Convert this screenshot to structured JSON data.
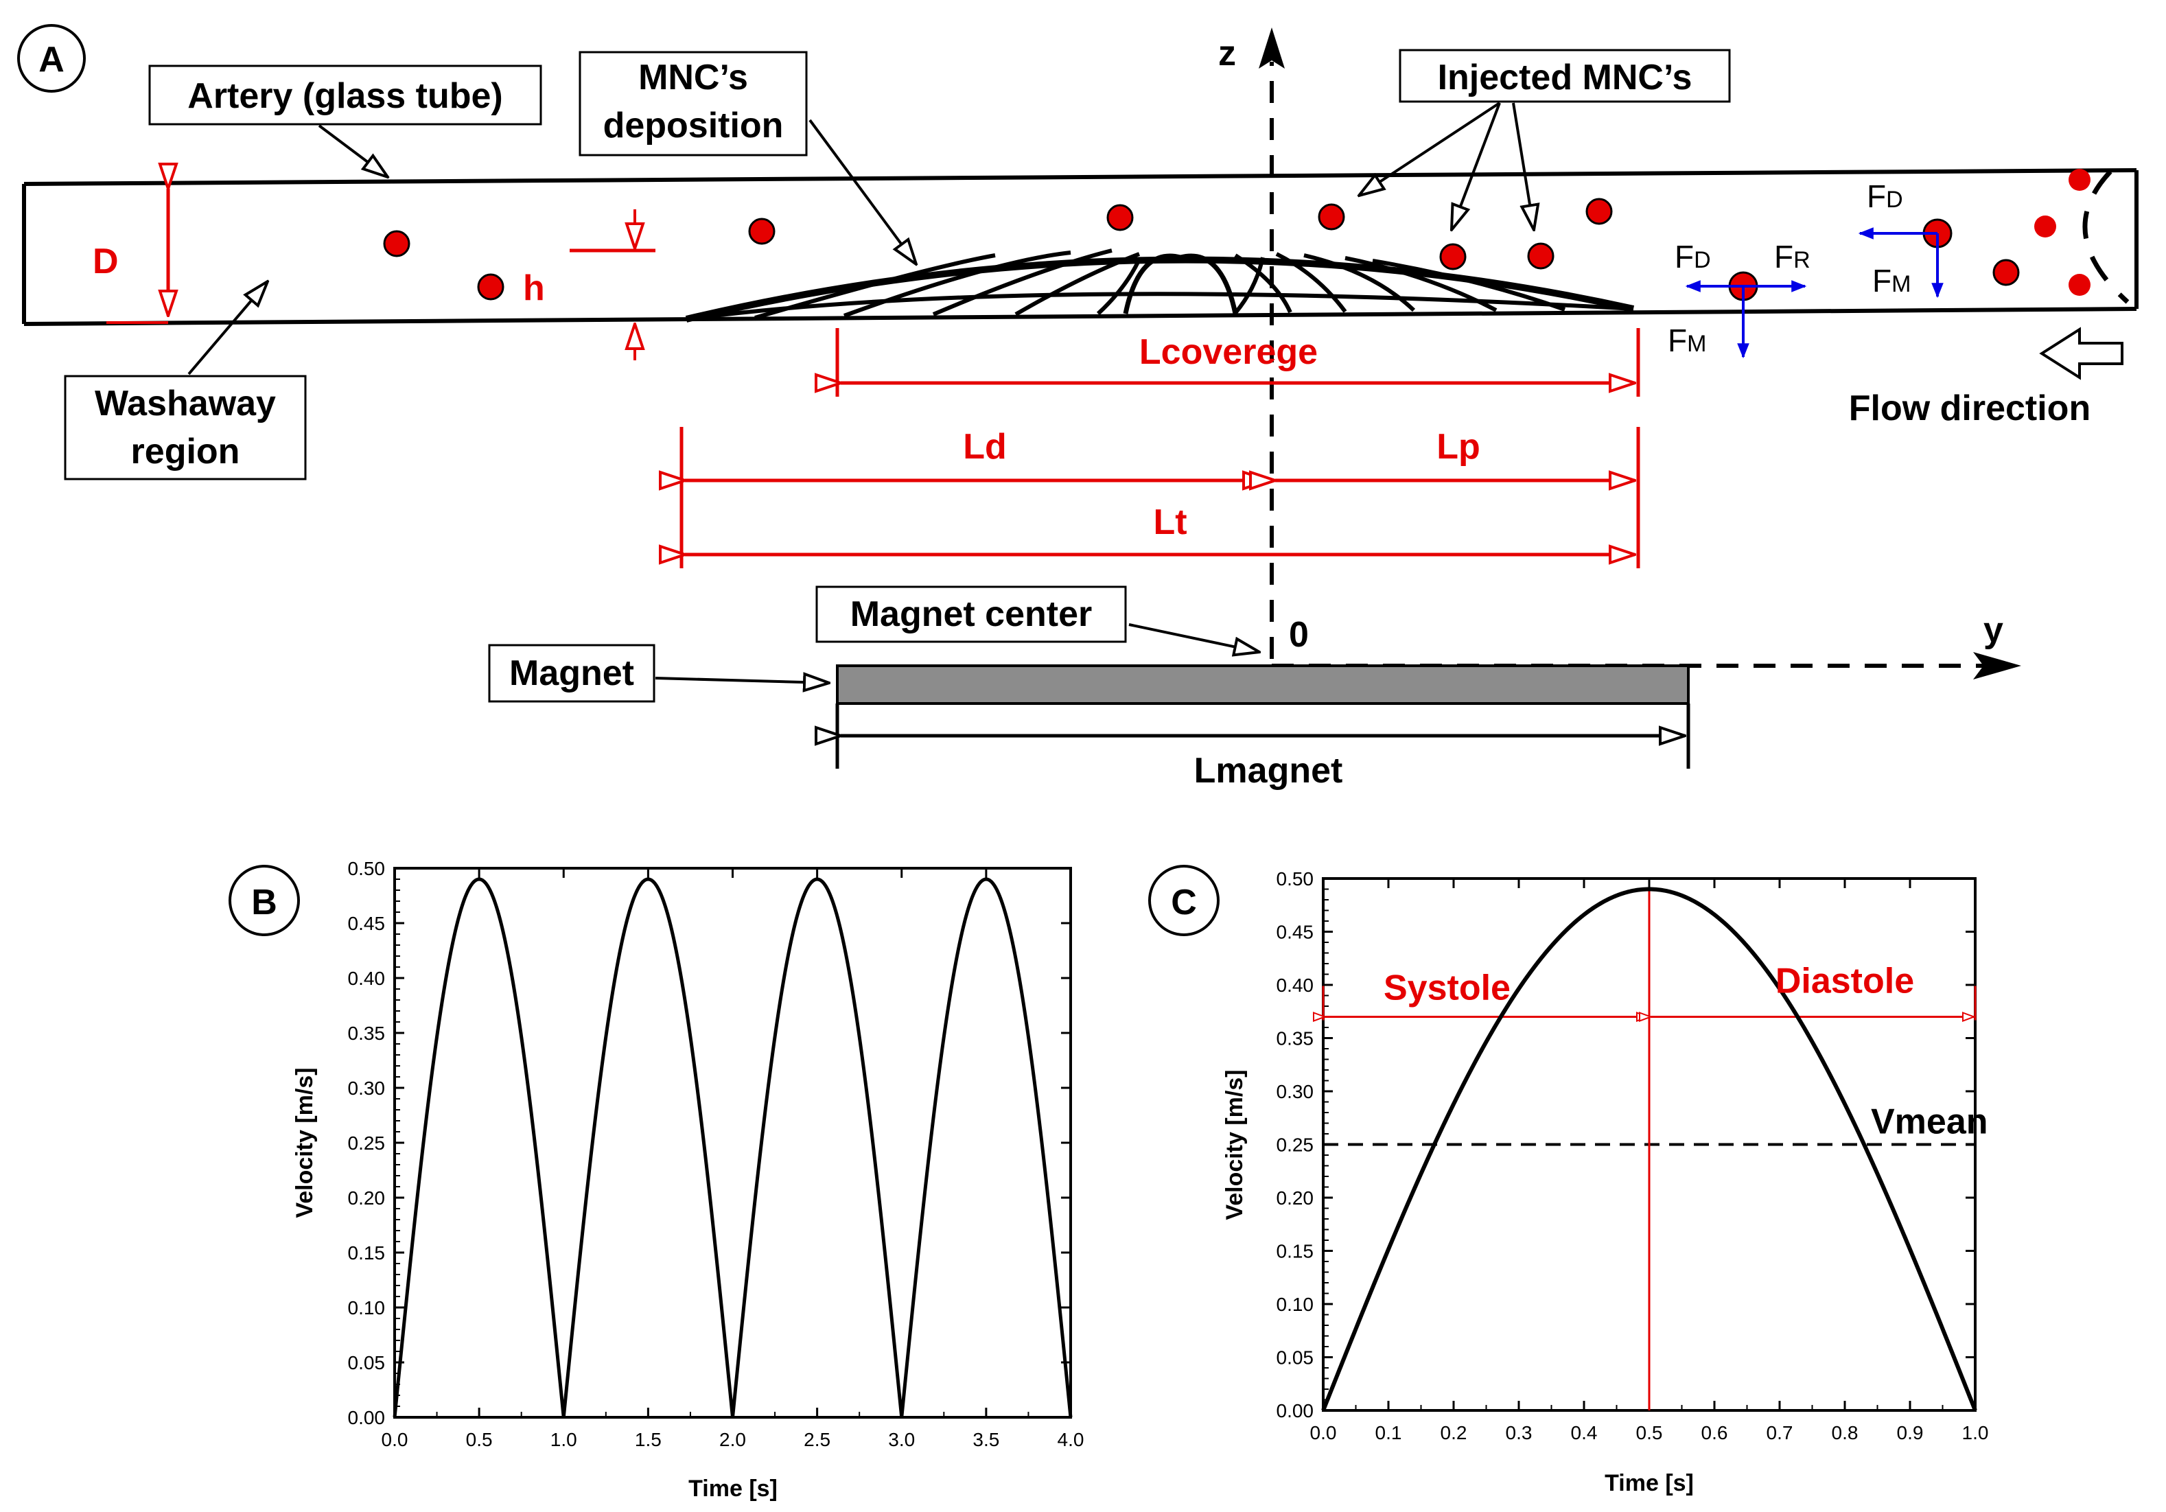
{
  "panel_a": {
    "badge": "A",
    "artery_label": "Artery (glass tube)",
    "deposition_label_1": "MNC’s",
    "deposition_label_2": "deposition",
    "injected_label": "Injected MNC’s",
    "washaway_label_1": "Washaway",
    "washaway_label_2": "region",
    "diameter_symbol": "D",
    "height_symbol": "h",
    "z_axis": "z",
    "y_axis": "y",
    "origin": "0",
    "coverage_label": "Lcoverege",
    "ld_label": "Ld",
    "lp_label": "Lp",
    "lt_label": "Lt",
    "magnet_center_label": "Magnet center",
    "magnet_label": "Magnet",
    "lmagnet_label": "Lmagnet",
    "flow_label": "Flow direction",
    "force_drag": "F",
    "force_drag_sub": "D",
    "force_magnetic": "F",
    "force_magnetic_sub": "M",
    "force_r": "F",
    "force_r_sub": "R",
    "colors": {
      "particle": "#e50000",
      "dimension": "#e50000",
      "force": "#0000e6",
      "magnet": "#8c8c8c"
    }
  },
  "panel_b": {
    "badge": "B",
    "xlabel": "Time [s]",
    "ylabel": "Velocity [m/s]",
    "x_ticks": [
      "0.0",
      "0.5",
      "1.0",
      "1.5",
      "2.0",
      "2.5",
      "3.0",
      "3.5",
      "4.0"
    ],
    "y_ticks": [
      "0.00",
      "0.05",
      "0.10",
      "0.15",
      "0.20",
      "0.25",
      "0.30",
      "0.35",
      "0.40",
      "0.45",
      "0.50"
    ]
  },
  "panel_c": {
    "badge": "C",
    "xlabel": "Time [s]",
    "ylabel": "Velocity [m/s]",
    "x_ticks": [
      "0.0",
      "0.1",
      "0.2",
      "0.3",
      "0.4",
      "0.5",
      "0.6",
      "0.7",
      "0.8",
      "0.9",
      "1.0"
    ],
    "y_ticks": [
      "0.00",
      "0.05",
      "0.10",
      "0.15",
      "0.20",
      "0.25",
      "0.30",
      "0.35",
      "0.40",
      "0.45",
      "0.50"
    ],
    "systole_label": "Systole",
    "diastole_label": "Diastole",
    "vmean_label": "Vmean"
  },
  "chart_data": [
    {
      "type": "line",
      "title": "",
      "xlabel": "Time [s]",
      "ylabel": "Velocity [m/s]",
      "xlim": [
        0,
        4
      ],
      "ylim": [
        0,
        0.5
      ],
      "grid": false,
      "series": [
        {
          "x": [
            0.0,
            0.1,
            0.2,
            0.3,
            0.4,
            0.5,
            0.6,
            0.7,
            0.8,
            0.9,
            1.0,
            1.1,
            1.2,
            1.3,
            1.4,
            1.5,
            1.6,
            1.7,
            1.8,
            1.9,
            2.0,
            2.1,
            2.2,
            2.3,
            2.4,
            2.5,
            2.6,
            2.7,
            2.8,
            2.9,
            3.0,
            3.1,
            3.2,
            3.3,
            3.4,
            3.5,
            3.6,
            3.7,
            3.8,
            3.9,
            4.0
          ],
          "values": [
            0.0,
            0.151,
            0.288,
            0.396,
            0.466,
            0.49,
            0.466,
            0.396,
            0.288,
            0.151,
            0.0,
            0.151,
            0.288,
            0.396,
            0.466,
            0.49,
            0.466,
            0.396,
            0.288,
            0.151,
            0.0,
            0.151,
            0.288,
            0.396,
            0.466,
            0.49,
            0.466,
            0.396,
            0.288,
            0.151,
            0.0,
            0.151,
            0.288,
            0.396,
            0.466,
            0.49,
            0.466,
            0.396,
            0.288,
            0.151,
            0.0
          ]
        }
      ]
    },
    {
      "type": "line",
      "title": "",
      "xlabel": "Time [s]",
      "ylabel": "Velocity [m/s]",
      "xlim": [
        0,
        1
      ],
      "ylim": [
        0,
        0.5
      ],
      "grid": false,
      "series": [
        {
          "x": [
            0.0,
            0.05,
            0.1,
            0.15,
            0.2,
            0.25,
            0.3,
            0.35,
            0.4,
            0.45,
            0.5,
            0.55,
            0.6,
            0.65,
            0.7,
            0.75,
            0.8,
            0.85,
            0.9,
            0.95,
            1.0
          ],
          "values": [
            0.0,
            0.077,
            0.151,
            0.222,
            0.288,
            0.346,
            0.396,
            0.437,
            0.466,
            0.484,
            0.49,
            0.484,
            0.466,
            0.437,
            0.396,
            0.346,
            0.288,
            0.222,
            0.151,
            0.077,
            0.0
          ]
        }
      ],
      "reference_lines": {
        "vmean": 0.25,
        "peak_time": 0.5,
        "phase_arrow_level": 0.37
      }
    }
  ]
}
